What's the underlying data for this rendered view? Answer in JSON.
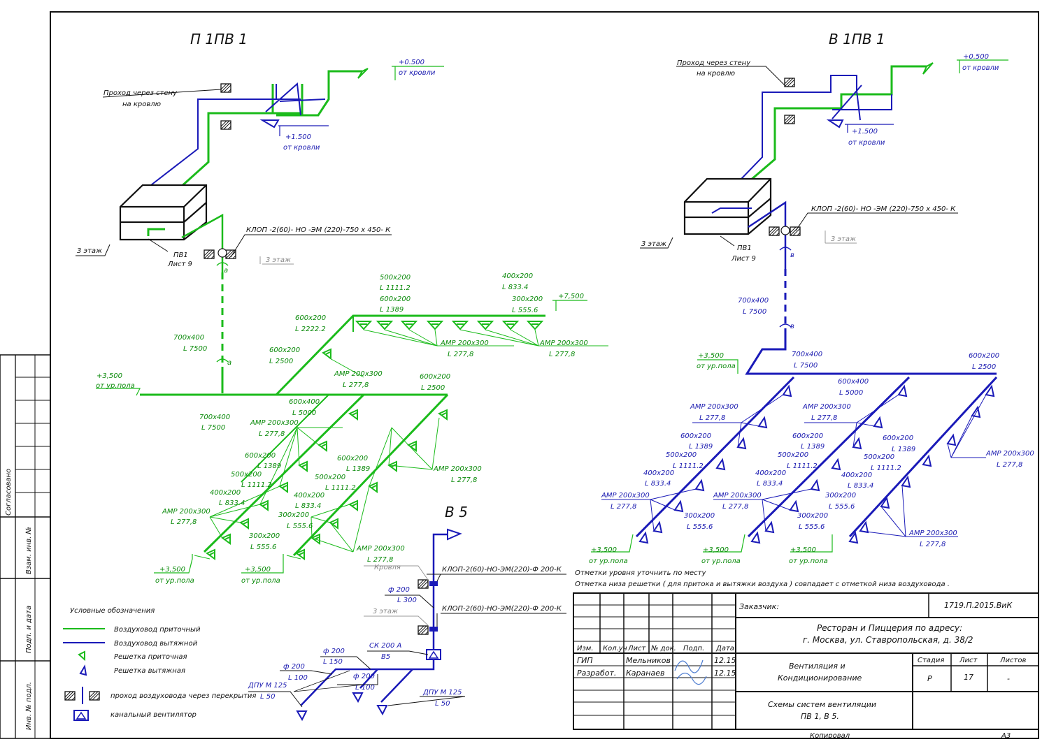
{
  "titles": {
    "p1": "П 1ПВ 1",
    "v1": "В 1ПВ 1",
    "b5": "В 5"
  },
  "colors": {
    "supply": "#1bbb1b",
    "exhaust": "#1a1ab8",
    "frame": "#111111"
  },
  "labels": {
    "wall": "Проход через стену",
    "roof": "на кровлю",
    "plus0500": "+0.500",
    "plus1500": "+1.500",
    "from_roof": "от кровли",
    "floor3": "3 этаж",
    "pv1": "ПВ1",
    "sheet9": "Лист 9",
    "klop_main": "КЛОП -2(60)- НО -ЭМ (220)-750 х 450- К",
    "klop_b5": "КЛОП-2(60)-НО-ЭМ(220)-Ф 200-К",
    "plus3500": "+3,500",
    "plus7500": "+7,500",
    "from_floor": "от ур.пола",
    "amr": "АМР 200х300",
    "l2778": "L 277,8",
    "mark_a": "а",
    "mark_v": "в",
    "krovlya": "Кровля",
    "ck200": "СК 200 А",
    "b5": "В5",
    "dpu": "ДПУ М 125",
    "l50": "L 50",
    "d200": "ф 200",
    "l300": "L 300",
    "l150": "L 150",
    "l100": "L 100"
  },
  "ducts": [
    {
      "size": "700х400",
      "len": "L 7500"
    },
    {
      "size": "600х400",
      "len": "L 5000"
    },
    {
      "size": "600х200",
      "len": "L 2500"
    },
    {
      "size": "600х200",
      "len": "L 2222.2"
    },
    {
      "size": "500х200",
      "len": "L 1111.2"
    },
    {
      "size": "600х200",
      "len": "L 1389"
    },
    {
      "size": "400х200",
      "len": "L 833.4"
    },
    {
      "size": "300х200",
      "len": "L 555.6"
    }
  ],
  "notes": [
    "Отметки уровня уточнить по месту",
    "Отметка низа решетки ( для притока и вытяжки воздуха ) совпадает с отметкой низа   воздуховода ."
  ],
  "legend": {
    "title": "Условные обозначения",
    "items": [
      "Воздуховод приточный",
      "Воздуховод вытяжной",
      "Решетка приточная",
      "Решетка вытяжная",
      "проход воздуховода через перекрытия",
      "канальный вентилятор"
    ]
  },
  "stamp": {
    "customer_label": "Заказчик:",
    "code": "1719.П.2015.ВиК",
    "object_line1": "Ресторан и Пиццерия по адресу:",
    "object_line2": "г. Москва, ул. Ставропольская, д. 38/2",
    "section_line1": "Вентиляция и",
    "section_line2": "Кондиционирование",
    "sheet_line1": "Схемы систем вентиляции",
    "sheet_line2": "ПВ 1,  В 5.",
    "cols": [
      "Изм.",
      "Кол.уч",
      "Лист",
      "№ док.",
      "Подп.",
      "Дата"
    ],
    "role1": "ГИП",
    "name1": "Мельников",
    "date1": "12.15",
    "role2": "Разработ.",
    "name2": "Каранаев",
    "date2": "12.15",
    "stage_h": "Стадия",
    "sheet_h": "Лист",
    "sheets_h": "Листов",
    "stage": "Р",
    "sheet": "17",
    "sheets": "-",
    "copied": "Копировал",
    "format": "А3"
  },
  "side": [
    "Согласовано",
    "Взам. инв. №",
    "Подп. и дата",
    "Инв. № подл."
  ]
}
